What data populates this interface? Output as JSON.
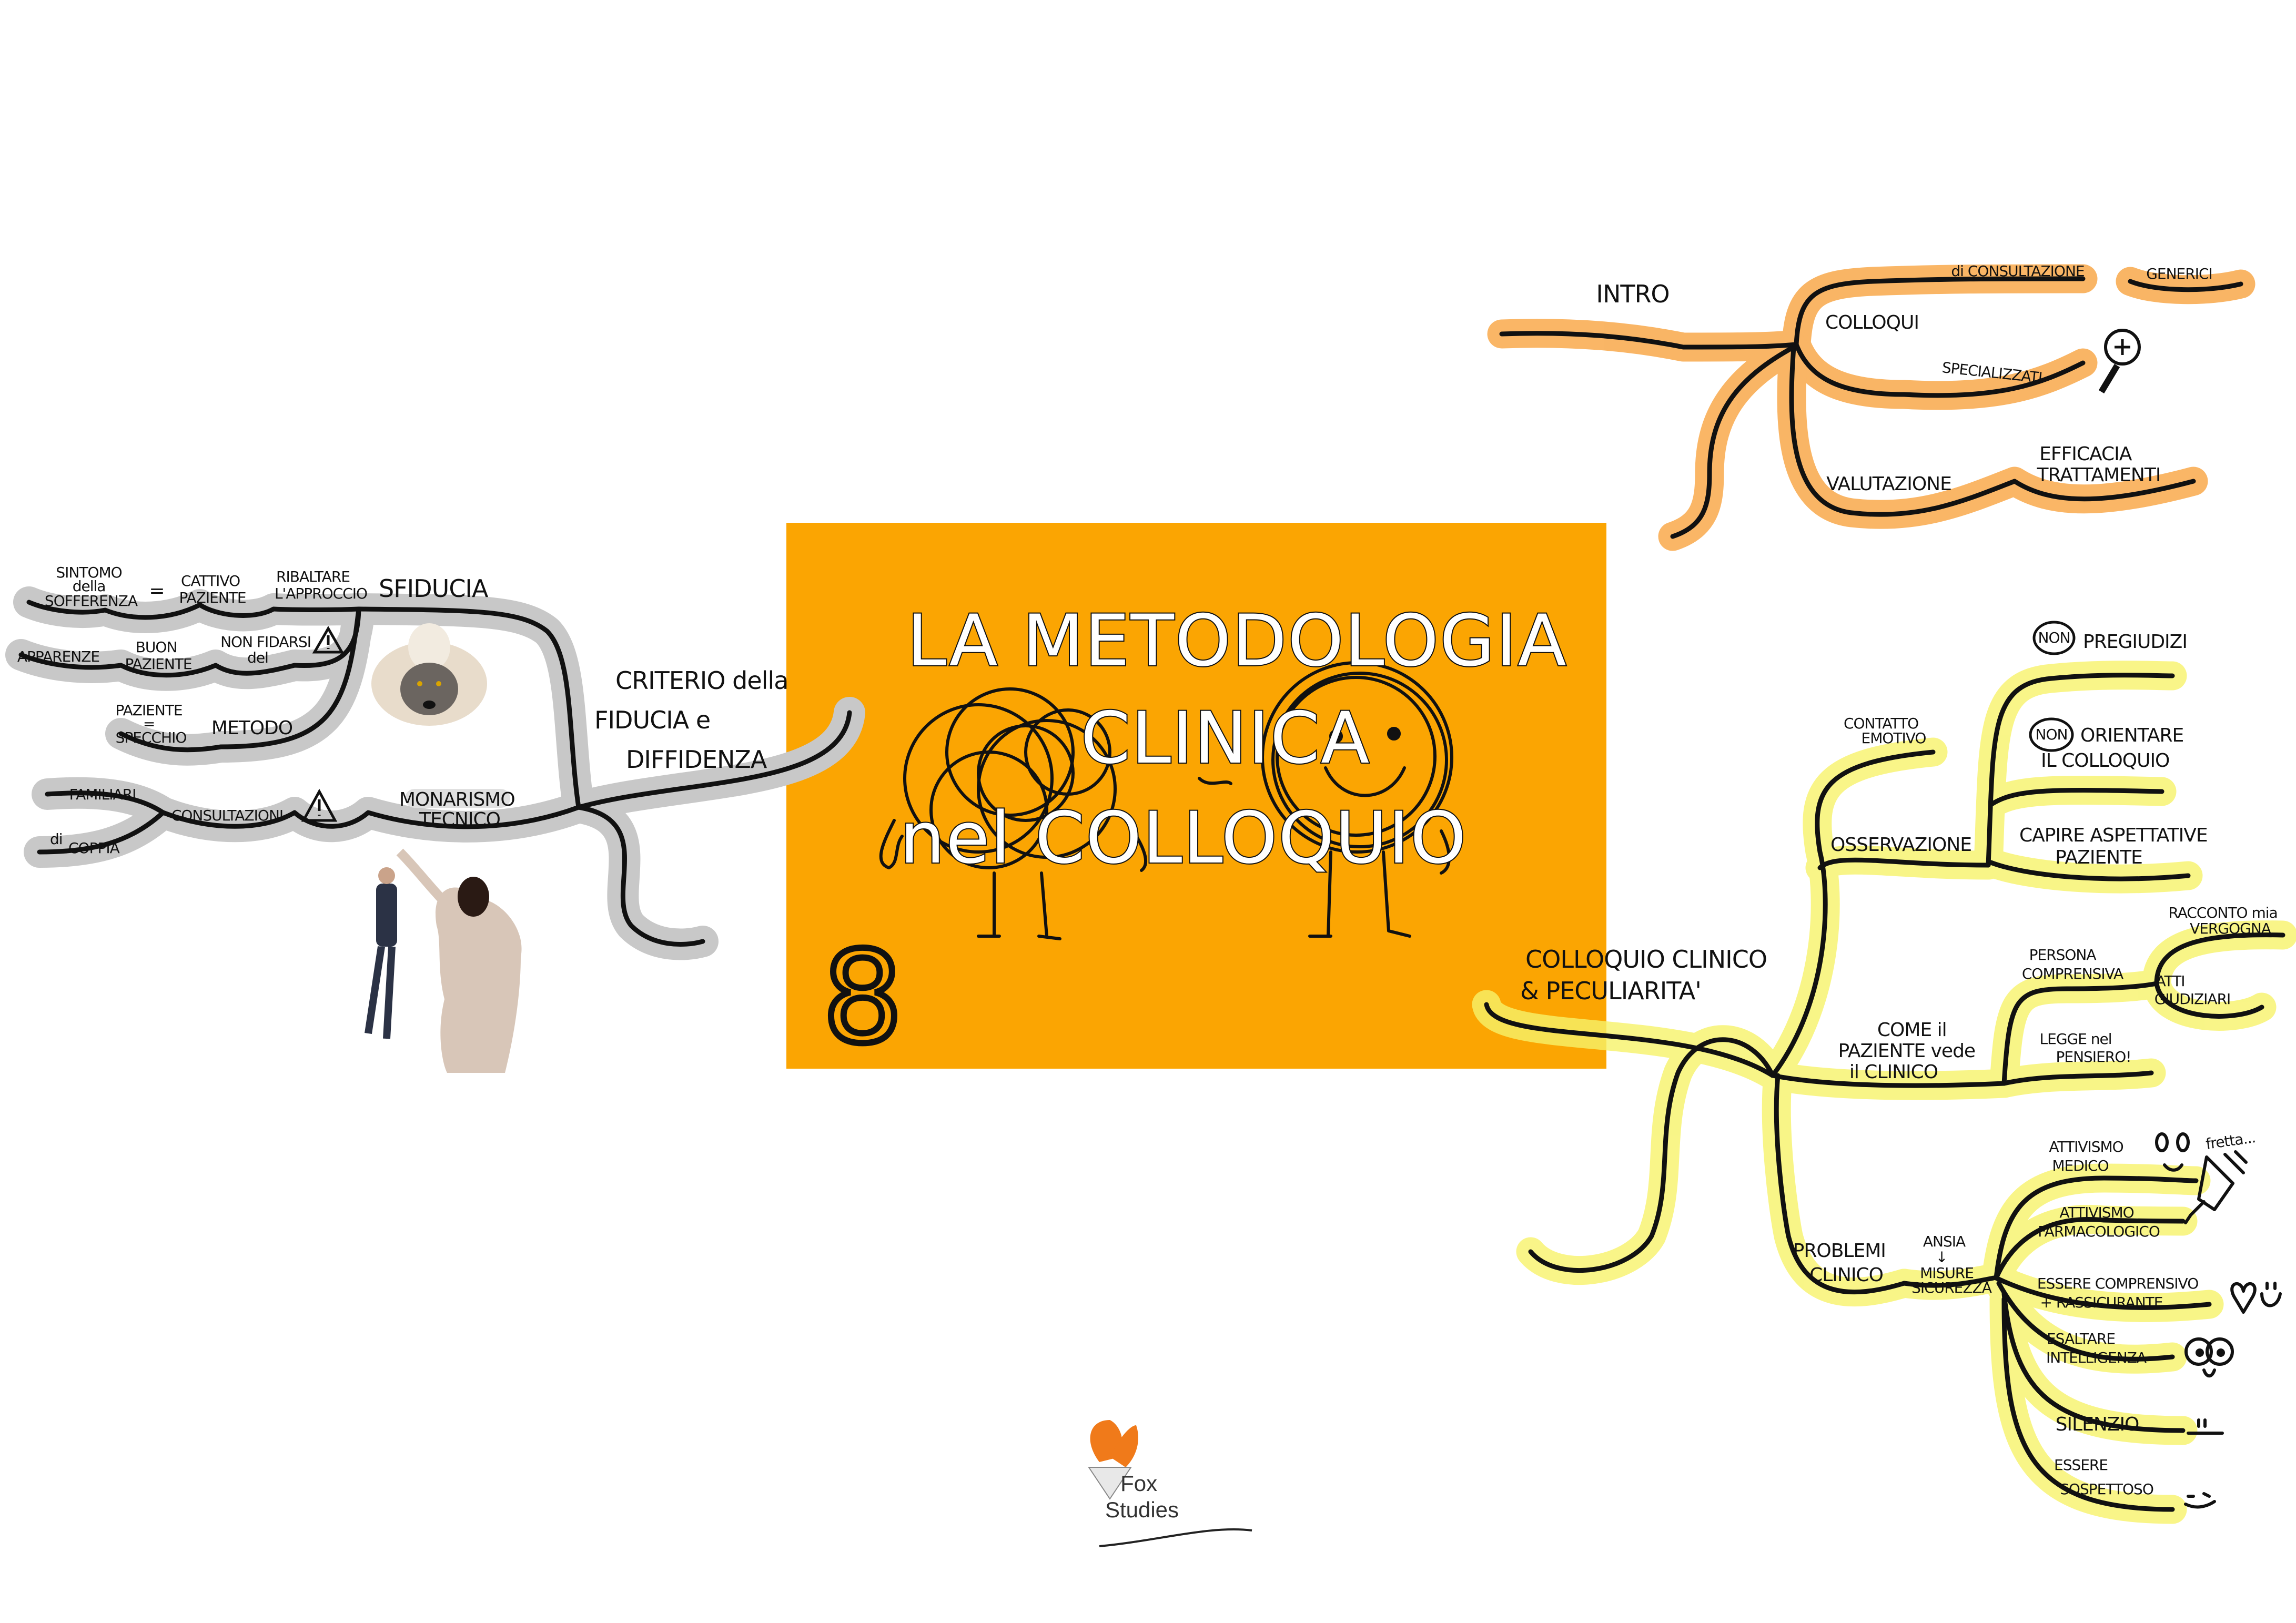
{
  "colors": {
    "center_box": "#fba502",
    "intro_branch": "#f9a94b",
    "clinical_branch": "#f7f36a",
    "trust_branch": "#c8c8c8"
  },
  "page_number": "8",
  "title": {
    "lines": [
      "LA METODOLOGIA",
      "CLINICA",
      "nel COLLOQUIO"
    ]
  },
  "logo": {
    "lines": [
      "Fox",
      "Studies"
    ]
  },
  "trust": {
    "root": [
      "CRITERIO della",
      "FIDUCIA e",
      "DIFFIDENZA"
    ],
    "sfiducia": "SFIDUCIA",
    "sintomo": [
      "SINTOMO",
      "della",
      "SOFFERENZA"
    ],
    "equals": "=",
    "cattivo": [
      "CATTIVO",
      "PAZIENTE"
    ],
    "ribaltare": [
      "RIBALTARE",
      "L'APPROCCIO"
    ],
    "apparenze": "APPARENZE",
    "buon": [
      "BUON",
      "PAZIENTE"
    ],
    "non_fidarsi": [
      "NON FIDARSI",
      "del"
    ],
    "specchio": [
      "PAZIENTE",
      "=",
      "SPECCHIO"
    ],
    "metodo": "METODO",
    "familiari": "FAMILIARI",
    "coppia": [
      "di",
      "COPPIA"
    ],
    "consultazioni": "CONSULTAZIONI",
    "monarismo": [
      "MONARISMO",
      "TECNICO"
    ]
  },
  "intro": {
    "root": "INTRO",
    "colloqui": "COLLOQUI",
    "consultazione": "di CONSULTAZIONE",
    "generici": "GENERICI",
    "specializzati": "SPECIALIZZATI",
    "valutazione": "VALUTAZIONE",
    "efficacia": [
      "EFFICACIA",
      "TRATTAMENTI"
    ]
  },
  "clinical": {
    "root": [
      "COLLOQUIO CLINICO",
      "& PECULIARITA'"
    ],
    "contatto": [
      "CONTATTO",
      "EMOTIVO"
    ],
    "osservazione": "OSSERVAZIONE",
    "non_badge": "NON",
    "pregiudizi": "PREGIUDIZI",
    "orientare": [
      "ORIENTARE",
      "IL COLLOQUIO"
    ],
    "aspettative": [
      "CAPIRE ASPETTATIVE",
      "PAZIENTE"
    ],
    "come": [
      "COME il",
      "PAZIENTE vede",
      "il CLINICO"
    ],
    "persona": [
      "PERSONA",
      "COMPRENSIVA"
    ],
    "racconto": [
      "RACCONTO mia",
      "VERGOGNA"
    ],
    "atti": [
      "ATTI",
      "GIUDIZIARI"
    ],
    "legge": [
      "LEGGE nel",
      "PENSIERO!"
    ],
    "problemi": [
      "PROBLEMI",
      "CLINICO"
    ],
    "ansia": [
      "ANSIA",
      "↓",
      "MISURE",
      "SICUREZZA"
    ],
    "attivismo_medico": [
      "ATTIVISMO",
      "MEDICO"
    ],
    "fretta": "fretta...",
    "attivismo_farm": [
      "ATTIVISMO",
      "FARMACOLOGICO"
    ],
    "comprensivo": [
      "ESSERE COMPRENSIVO",
      "+ RASSICURANTE"
    ],
    "esaltare": [
      "ESALTARE",
      "INTELLIGENZA"
    ],
    "silenzio": "SILENZIO",
    "sospettoso": [
      "ESSERE",
      "SOSPETTOSO"
    ]
  }
}
